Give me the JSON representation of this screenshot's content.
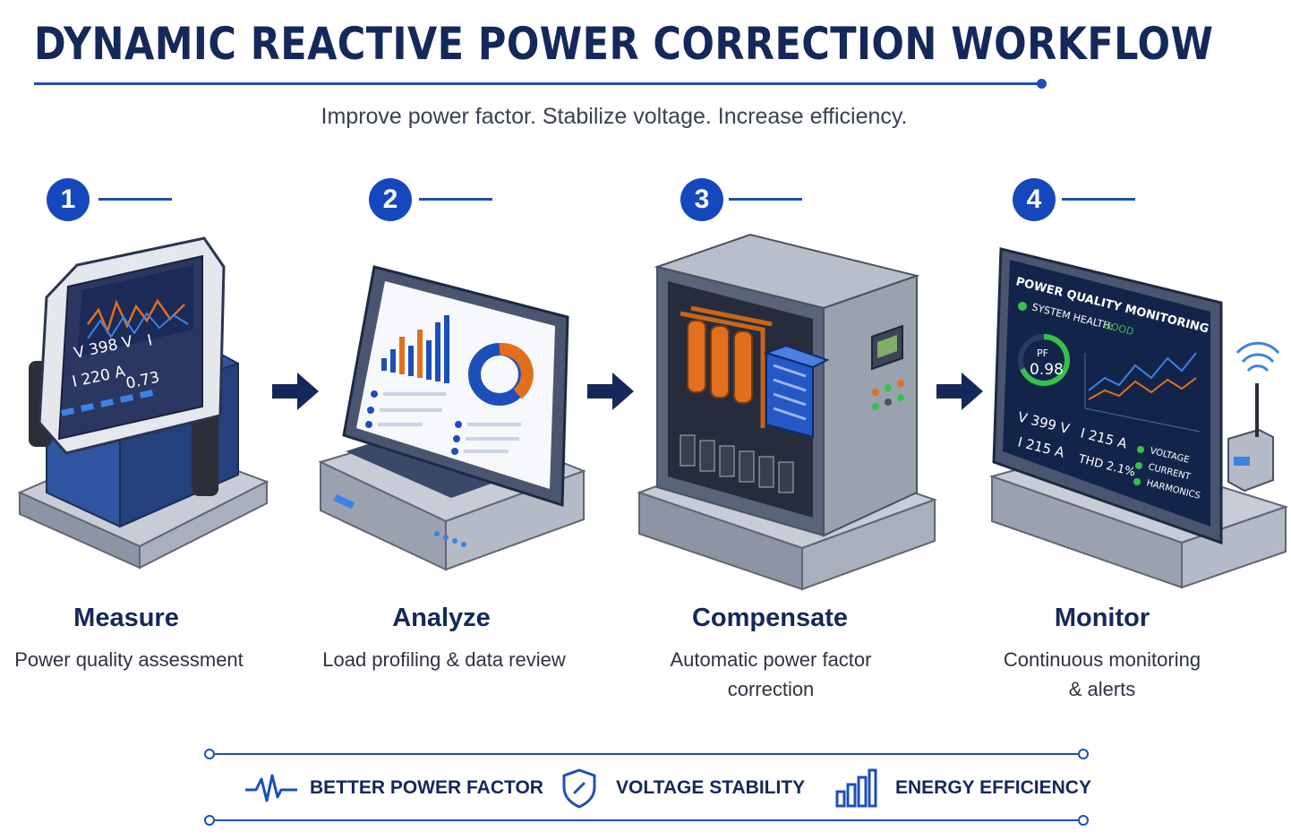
{
  "title": "DYNAMIC REACTIVE POWER CORRECTION WORKFLOW",
  "subtitle": "Improve power factor. Stabilize voltage. Increase efficiency.",
  "colors": {
    "brand": "#1547bd",
    "dark": "#14285a",
    "orange": "#e0701e",
    "accent_green": "#35c24a"
  },
  "steps": [
    {
      "number": "1",
      "title": "Measure",
      "desc": "Power quality assessment",
      "desc2": "",
      "meter": {
        "v": "V 398 V",
        "i_label": "I",
        "i": "I 220 A",
        "pf": "0.73"
      }
    },
    {
      "number": "2",
      "title": "Analyze",
      "desc": "Load profiling & data review",
      "desc2": ""
    },
    {
      "number": "3",
      "title": "Compensate",
      "desc": "Automatic power factor",
      "desc2": "correction"
    },
    {
      "number": "4",
      "title": "Monitor",
      "desc": "Continuous monitoring",
      "desc2": "& alerts",
      "monitor": {
        "header": "POWER QUALITY MONITORING",
        "health_label": "SYSTEM HEALTH:",
        "health_value": "GOOD",
        "pf_label": "PF",
        "pf_value": "0.98",
        "v": "V 399 V",
        "i": "I 215 A",
        "i2": "I 215 A",
        "thd": "THD 2.1%",
        "legend": [
          "VOLTAGE",
          "CURRENT",
          "HARMONICS"
        ]
      }
    }
  ],
  "benefits": [
    {
      "label": "BETTER POWER FACTOR",
      "icon": "waveform-icon"
    },
    {
      "label": "VOLTAGE STABILITY",
      "icon": "shield-icon"
    },
    {
      "label": "ENERGY EFFICIENCY",
      "icon": "bar-chart-icon"
    }
  ]
}
